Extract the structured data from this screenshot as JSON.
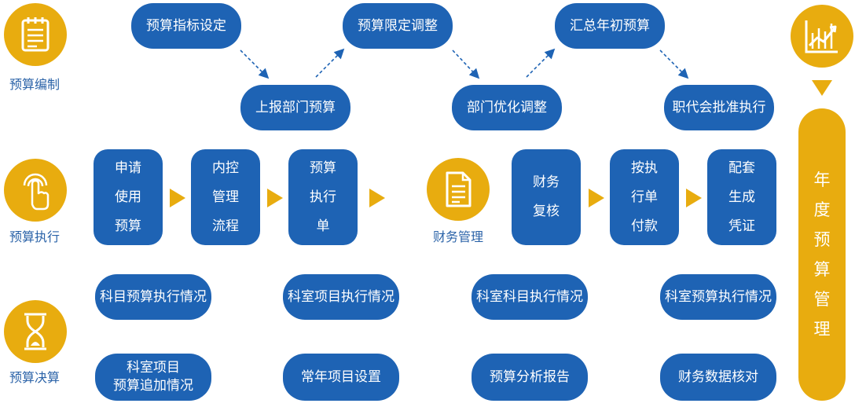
{
  "sections": {
    "compile": "预算编制",
    "execute": "预算执行",
    "finance": "财务管理",
    "settle": "预算决算"
  },
  "compile_flow": {
    "top": [
      "预算指标设定",
      "预算限定调整",
      "汇总年初预算"
    ],
    "bottom": [
      "上报部门预算",
      "部门优化调整",
      "职代会批准执行"
    ]
  },
  "execute_flow": {
    "step1": [
      "申请",
      "使用",
      "预算"
    ],
    "step2": [
      "内控",
      "管理",
      "流程"
    ],
    "step3": [
      "预算",
      "执行",
      "单"
    ],
    "step4": [
      "财务",
      "复核"
    ],
    "step5": [
      "按执",
      "行单",
      "付款"
    ],
    "step6": [
      "配套",
      "生成",
      "凭证"
    ]
  },
  "settle_row1": [
    "科目预算执行情况",
    "科室项目执行情况",
    "科室科目执行情况",
    "科室预算执行情况"
  ],
  "settle_row2": {
    "item1": [
      "科室项目",
      "预算追加情况"
    ],
    "item2": "常年项目设置",
    "item3": "预算分析报告",
    "item4": "财务数据核对"
  },
  "annual": [
    "年",
    "度",
    "预",
    "算",
    "管",
    "理"
  ],
  "colors": {
    "blue": "#1e63b4",
    "gold": "#e8ac0f",
    "caption": "#2b63a8"
  },
  "icons": [
    "notebook-icon",
    "touch-hand-icon",
    "document-icon",
    "hourglass-icon",
    "growth-chart-icon"
  ]
}
